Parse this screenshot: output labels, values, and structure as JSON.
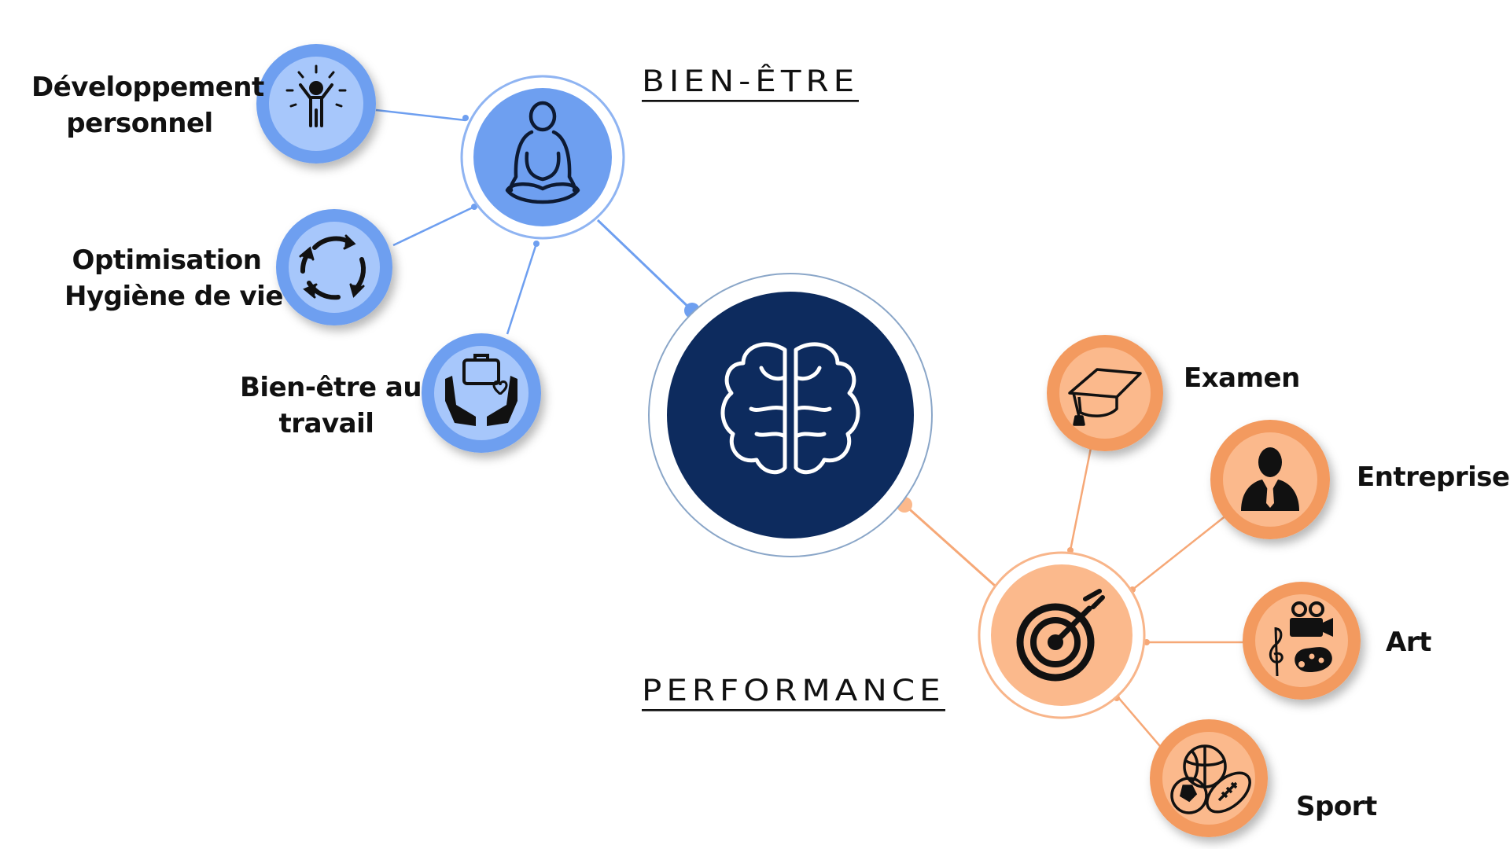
{
  "headings": {
    "wellbeing": "BIEN-ÊTRE",
    "performance": "PERFORMANCE"
  },
  "nodes": {
    "dev_perso": {
      "line1": "Développement",
      "line2": "personnel",
      "icon": "person-radiating-icon"
    },
    "hygiene": {
      "line1": "Optimisation",
      "line2": "Hygiène de vie",
      "icon": "cycle-arrows-icon"
    },
    "travail": {
      "line1": "Bien-être au",
      "line2": "travail",
      "icon": "hands-briefcase-heart-icon"
    },
    "examen": {
      "label": "Examen",
      "icon": "graduation-cap-icon"
    },
    "entreprise": {
      "label": "Entreprise",
      "icon": "businessman-icon"
    },
    "art": {
      "label": "Art",
      "icon": "camera-palette-music-icon"
    },
    "sport": {
      "label": "Sport",
      "icon": "sport-balls-icon"
    }
  },
  "hubs": {
    "wellbeing_icon": "meditation-icon",
    "center_icon": "brain-icon",
    "performance_icon": "target-arrow-icon"
  },
  "colors": {
    "blue": "#6e9ff0",
    "blue_light": "#a7c7fb",
    "orange": "#f39a5e",
    "orange_light": "#fbb98c",
    "navy": "#0d2b5e",
    "text": "#111111"
  }
}
